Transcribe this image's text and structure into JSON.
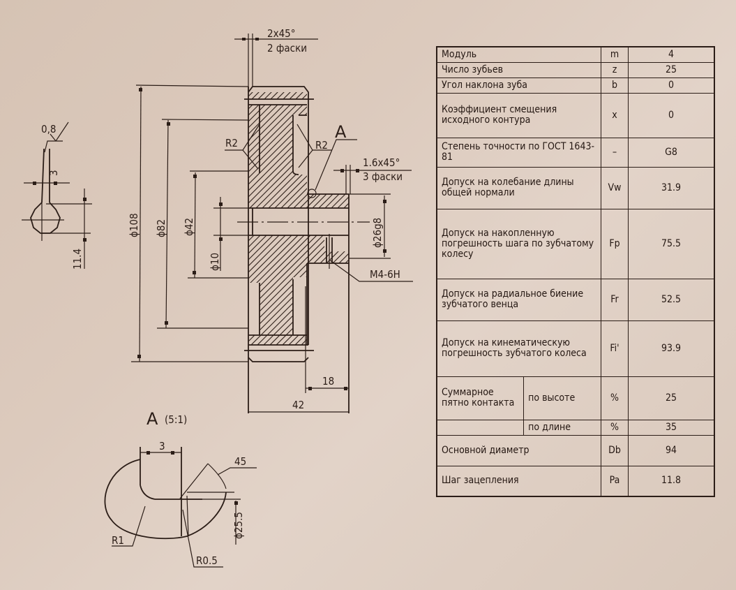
{
  "drawing": {
    "main_view": {
      "chamfer_top": {
        "size": "2x45°",
        "note": "2 фаски"
      },
      "chamfer_hub": {
        "size": "1.6x45°",
        "note": "3 фаски"
      },
      "radius_left": "R2",
      "radius_right": "R2",
      "detail_callout": "A",
      "diameters": {
        "outer": "ϕ108",
        "pitch": "ϕ82",
        "hub": "ϕ42",
        "bore": "ϕ10",
        "hub_outer": "ϕ26g8"
      },
      "thread": "M4-6H",
      "length_hub": "18",
      "length_total": "42"
    },
    "tooth_view": {
      "roughness": "0,8",
      "width": "3",
      "height": "11.4"
    },
    "detail_view": {
      "title": "A",
      "scale": "(5:1)",
      "width": "3",
      "angle": "45",
      "diameter": "ϕ25.5",
      "radius_r1": "R1",
      "radius_r05": "R0.5"
    }
  },
  "table": {
    "rows": [
      {
        "name": "Модуль",
        "symbol": "m",
        "value": "4"
      },
      {
        "name": "Число зубьев",
        "symbol": "z",
        "value": "25"
      },
      {
        "name": "Угол наклона зуба",
        "symbol": "b",
        "value": "0"
      },
      {
        "name": "Коэффициент смещения исходного контура",
        "symbol": "x",
        "value": "0"
      },
      {
        "name": "Степень точности по ГОСТ 1643-81",
        "symbol": "–",
        "value": "G8"
      },
      {
        "name": "Допуск на колебание длины общей нормали",
        "symbol": "Vw",
        "value": "31.9"
      },
      {
        "name": "Допуск на накопленную погрешность шага по зубчатому колесу",
        "symbol": "Fp",
        "value": "75.5"
      },
      {
        "name": "Допуск на радиальное биение зубчатого венца",
        "symbol": "Fr",
        "value": "52.5"
      },
      {
        "name": "Допуск на кинематическую погрешность зубчатого колеса",
        "symbol": "Fi'",
        "value": "93.9"
      }
    ],
    "contact": {
      "name": "Суммарное пятно контакта",
      "height": {
        "label": "по высоте",
        "symbol": "%",
        "value": "25"
      },
      "length": {
        "label": "по длине",
        "symbol": "%",
        "value": "35"
      }
    },
    "base_diameter": {
      "name": "Основной диаметр",
      "symbol": "Db",
      "value": "94"
    },
    "pitch": {
      "name": "Шаг зацепления",
      "symbol": "Pa",
      "value": "11.8"
    }
  }
}
